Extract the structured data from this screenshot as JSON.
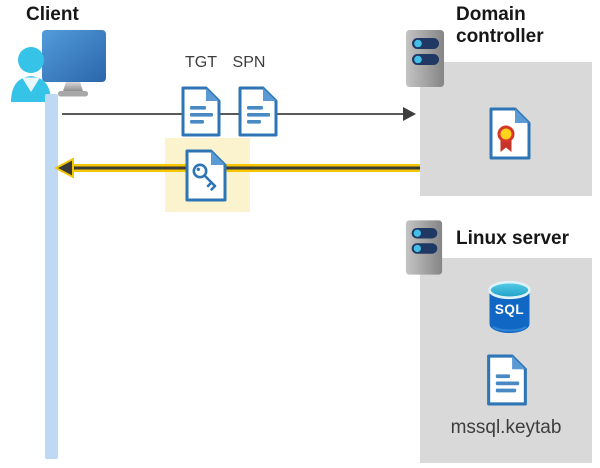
{
  "client": {
    "label": "Client"
  },
  "flow": {
    "tgt_label": "TGT",
    "spn_label": "SPN"
  },
  "domain_controller": {
    "label": "Domain controller"
  },
  "linux_server": {
    "label": "Linux server",
    "sql_badge": "SQL",
    "keytab_filename": "mssql.keytab"
  },
  "colors": {
    "box_gray": "#d9d9d9",
    "highlight_yellow": "#faf3cd",
    "arrow_gold": "#f3c600",
    "arrow_gray": "#595959",
    "doc_blue": "#2e75b6",
    "person_cyan": "#35c3e8",
    "timeline_blue": "#bfd9f4",
    "server_pill_navy": "#1f3864",
    "sql_cylinder_blue": "#1168c4"
  }
}
